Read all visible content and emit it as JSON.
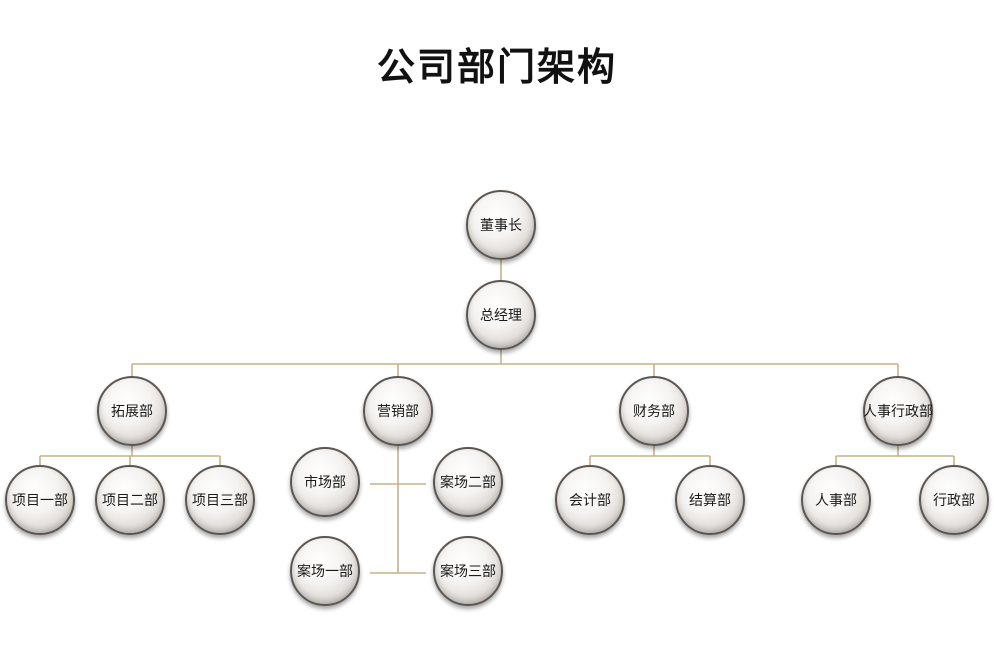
{
  "title": "公司部门架构",
  "nodes": {
    "chairman": "董事长",
    "gm": "总经理",
    "expansion": "拓展部",
    "project1": "项目一部",
    "project2": "项目二部",
    "project3": "项目三部",
    "marketing": "营销部",
    "market": "市场部",
    "case1": "案场一部",
    "case2": "案场二部",
    "case3": "案场三部",
    "finance": "财务部",
    "accounting": "会计部",
    "settlement": "结算部",
    "hradmin": "人事行政部",
    "hr": "人事部",
    "admin": "行政部"
  }
}
